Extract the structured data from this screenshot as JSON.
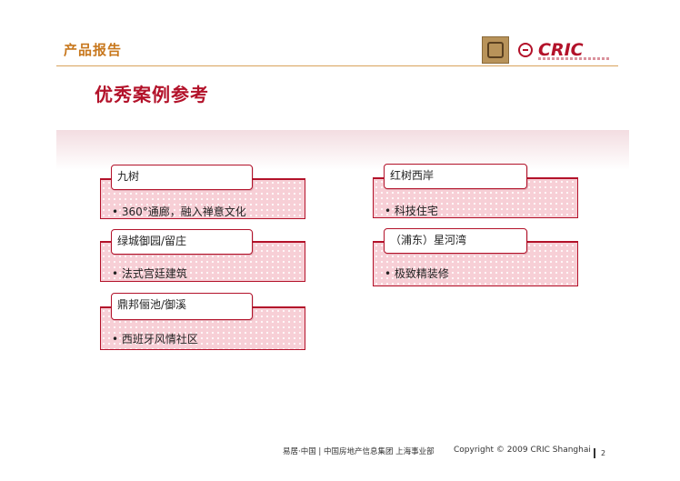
{
  "header": {
    "title": "产品报告",
    "logo_word": "CRIC"
  },
  "page": {
    "title": "优秀案例参考"
  },
  "cases": [
    {
      "name": "九树",
      "feature": "• 360°通廊，融入禅意文化"
    },
    {
      "name": "绿城御园/留庄",
      "feature": "• 法式宫廷建筑"
    },
    {
      "name": "鼎邦俪池/御溪",
      "feature": "• 西班牙风情社区"
    },
    {
      "name": "红树西岸",
      "feature": "• 科技住宅"
    },
    {
      "name": "（浦东）星河湾",
      "feature": "• 极致精装修"
    }
  ],
  "footer": {
    "org": "易居·中国 | 中国房地产信息集团  上海事业部",
    "copyright": "Copyright © 2009 CRIC Shanghai",
    "page_number": "2"
  },
  "colors": {
    "accent_red": "#b3122a",
    "header_orange": "#c8781e",
    "card_fill": "#f7cfd6"
  }
}
